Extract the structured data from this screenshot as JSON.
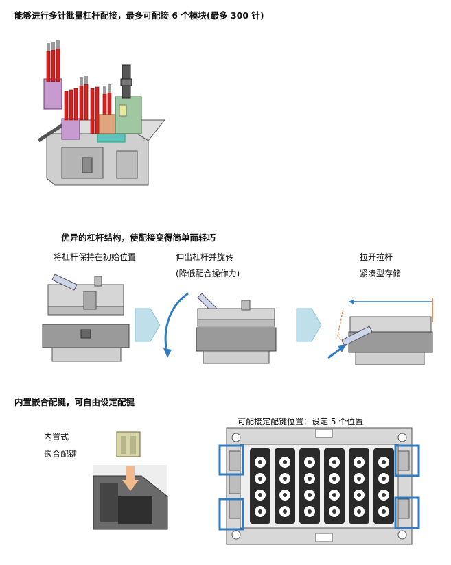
{
  "section1": {
    "heading": "能够进行多针批量杠杆配接，最多可配接 6 个模块(最多 300 针)"
  },
  "section2": {
    "heading": "优异的杠杆结构，使配接变得简单而轻巧",
    "step1_caption": "将杠杆保持在初始位置",
    "step2_caption_line1": "伸出杠杆并旋转",
    "step2_caption_line2": "(降低配合操作力)",
    "step3_caption_line1": "拉开拉杆",
    "step3_caption_line2": "紧凑型存储"
  },
  "section3": {
    "heading": "内置嵌合配键，可自由设定配键",
    "left_caption_line1": "内置式",
    "left_caption_line2": "嵌合配键",
    "right_caption": "可配接定配键位置：设定 5 个位置"
  },
  "colors": {
    "accent_blue": "#2f7cc0",
    "arrow_fill": "#bfe0ea",
    "housing_gray": "#c8c8c8",
    "housing_dark": "#6d6d6d",
    "pin_red": "#d82020",
    "module_purple": "#c79ad0",
    "module_green": "#9fc7a2",
    "module_teal": "#5fc3bd",
    "lever_orange": "#e06a2a"
  }
}
